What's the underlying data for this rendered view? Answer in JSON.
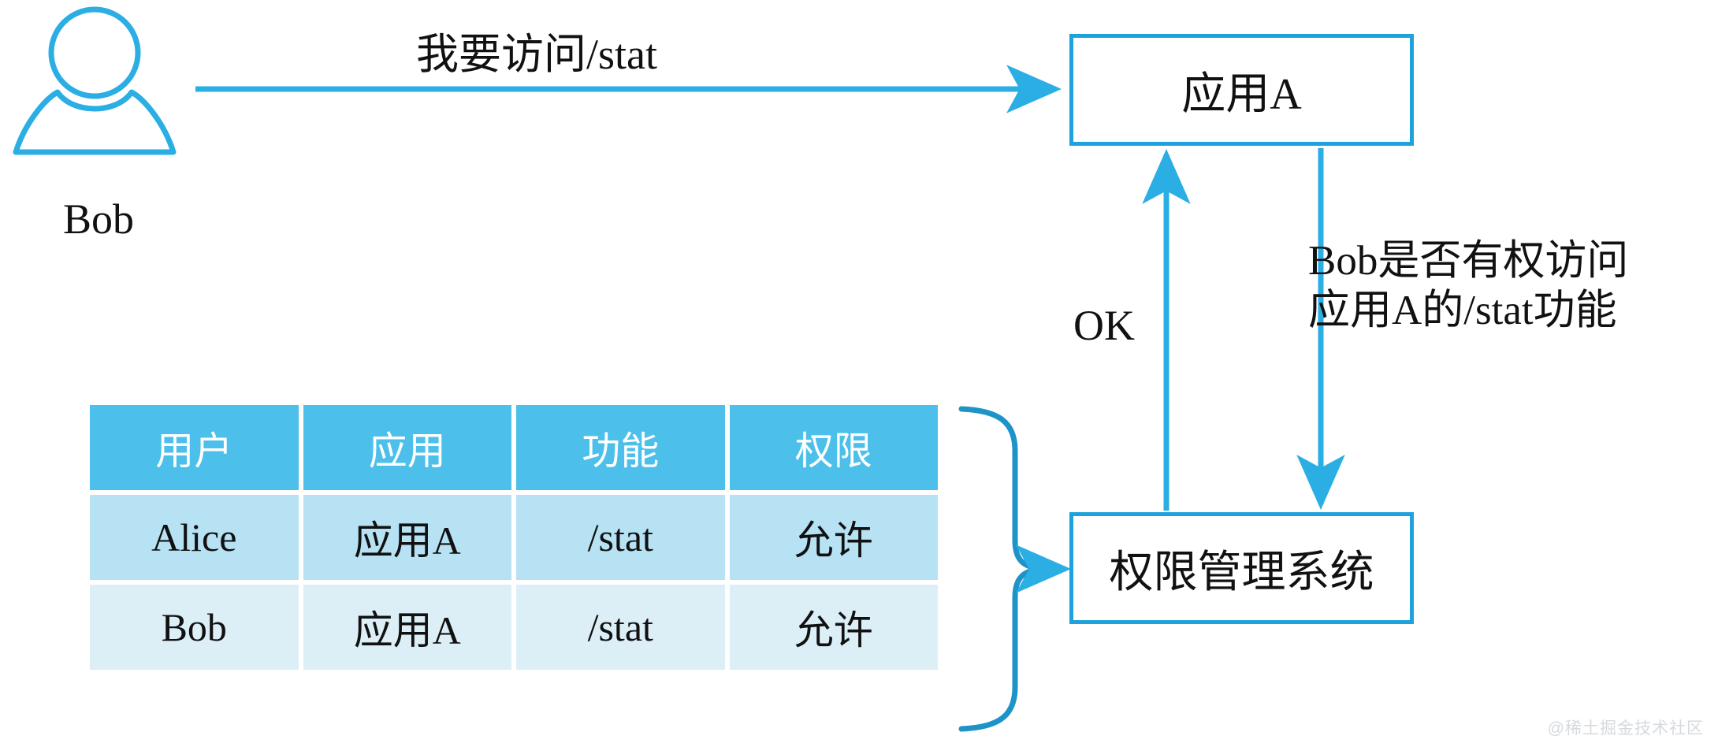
{
  "diagram": {
    "actor": {
      "icon": "person-icon",
      "label": "Bob"
    },
    "flows": {
      "request": "我要访问/stat",
      "ok": "OK",
      "query_line1": "Bob是否有权访问",
      "query_line2": "应用A的/stat功能"
    },
    "nodes": {
      "app": "应用A",
      "permission_system": "权限管理系统"
    },
    "table": {
      "headers": [
        "用户",
        "应用",
        "功能",
        "权限"
      ],
      "rows": [
        [
          "Alice",
          "应用A",
          "/stat",
          "允许"
        ],
        [
          "Bob",
          "应用A",
          "/stat",
          "允许"
        ]
      ]
    },
    "watermark": "@稀土掘金技术社区",
    "colors": {
      "accent": "#1EA2DC",
      "arrow": "#2BAEE4",
      "table_header_bg": "#4CC0EA",
      "table_row_a_bg": "#B6E2F4",
      "table_row_b_bg": "#DCEFF7",
      "text": "#111111",
      "watermark": "#d6dade"
    }
  }
}
